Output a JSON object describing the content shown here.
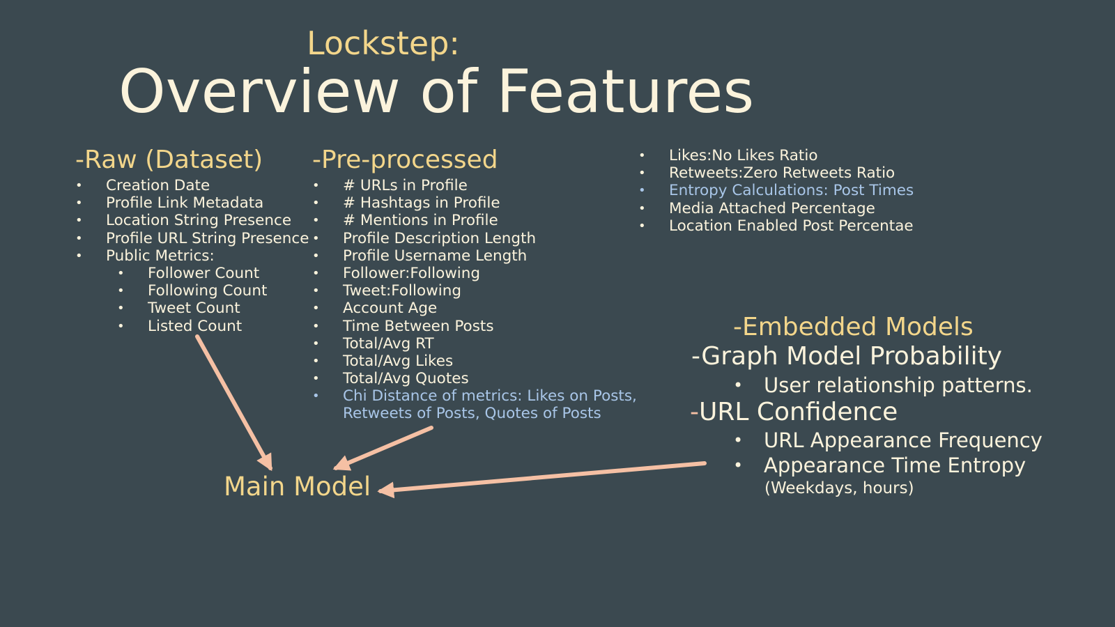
{
  "subtitle": "Lockstep:",
  "title": "Overview of Features",
  "raw": {
    "heading": "-Raw (Dataset)",
    "items": [
      "Creation Date",
      "Profile Link Metadata",
      "Location String Presence",
      "Profile URL String Presence",
      "Public Metrics:"
    ],
    "sub_items": [
      "Follower Count",
      "Following Count",
      "Tweet Count",
      "Listed Count"
    ]
  },
  "preprocessed": {
    "heading": "-Pre-processed",
    "items": [
      "# URLs in Profile",
      "# Hashtags in Profile",
      "# Mentions in Profile",
      "Profile Description Length",
      "Profile Username Length",
      "Follower:Following",
      "Tweet:Following",
      "Account Age",
      "Time Between Posts",
      "Total/Avg RT",
      "Total/Avg Likes",
      "Total/Avg Quotes"
    ],
    "highlight_item": "Chi Distance of metrics: Likes on Posts, Retweets of Posts, Quotes of Posts"
  },
  "ratios": {
    "items": [
      "Likes:No Likes Ratio",
      "Retweets:Zero Retweets Ratio",
      "Entropy Calculations: Post Times",
      "Media Attached Percentage",
      "Location Enabled Post Percentae"
    ]
  },
  "embedded": {
    "heading": "-Embedded Models",
    "graph_title": "-Graph Model Probability",
    "graph_items": [
      "User relationship patterns."
    ],
    "url_dash": "-",
    "url_title": "URL Confidence",
    "url_items": [
      "URL Appearance Frequency",
      "Appearance Time Entropy"
    ],
    "url_note": "(Weekdays, hours)"
  },
  "main_model": "Main Model",
  "colors": {
    "background": "#3b4950",
    "heading": "#f3d68b",
    "text": "#fbf3dc",
    "highlight": "#a9c6e8",
    "arrow": "#f5c0a4"
  }
}
